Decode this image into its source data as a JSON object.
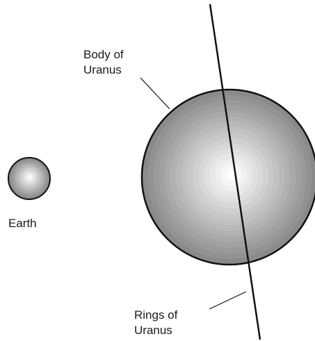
{
  "labels": {
    "uranus_body": [
      "Body of",
      "Uranus"
    ],
    "earth": "Earth",
    "uranus_rings": [
      "Rings of",
      "Uranus"
    ]
  },
  "colors": {
    "outline": "#111111",
    "shade_dark": "#8a8a8a",
    "shade_light": "#ffffff",
    "text": "#1a1a1a"
  }
}
